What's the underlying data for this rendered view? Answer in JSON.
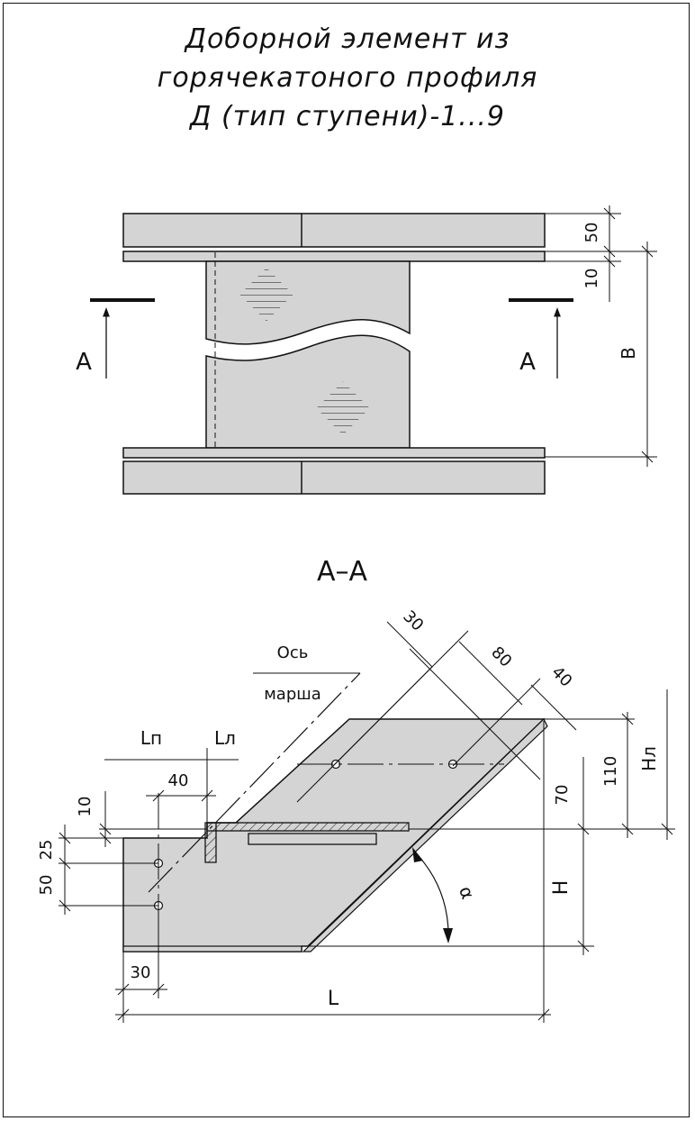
{
  "title": {
    "line1": "Доборной элемент из",
    "line2": "горячекатоного профиля",
    "line3": "Д (тип ступени)-1...9"
  },
  "top_view": {
    "dim_flange": "50",
    "dim_gap": "10",
    "dim_height": "B",
    "section_mark_left": "A",
    "section_mark_right": "A"
  },
  "section": {
    "title": "А–А",
    "dim_30_top": "30",
    "dim_80": "80",
    "dim_40_right": "40",
    "axis_label_1": "Ось",
    "axis_label_2": "марша",
    "label_Ln": "Lп",
    "label_Ll": "Lл",
    "dim_40_left": "40",
    "dim_10": "10",
    "dim_25": "25",
    "dim_50": "50",
    "dim_30_bottom": "30",
    "dim_L": "L",
    "dim_110": "110",
    "dim_70": "70",
    "label_Hl": "Hл",
    "label_H": "H",
    "label_alpha": "α"
  },
  "colors": {
    "fill": "#d4d4d4",
    "line": "#111111",
    "background": "#ffffff"
  }
}
